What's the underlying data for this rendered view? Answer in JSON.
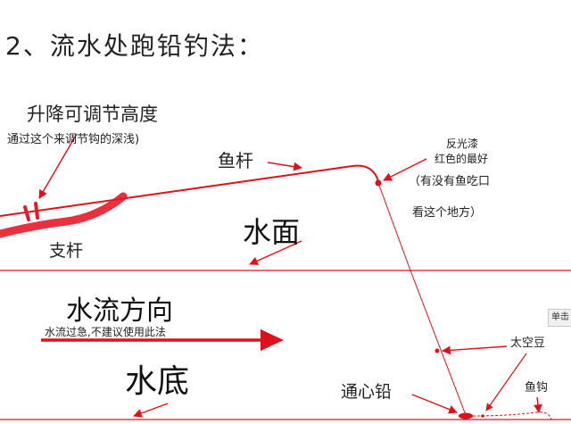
{
  "title": "2、流水处跑铅钓法：",
  "labels": {
    "adjust_height": "升降可调节高度",
    "adjust_note": "通过这个来调节钩的深浅)",
    "rod": "鱼杆",
    "reflective_tape": "反光漆",
    "red_best": "红色的最好",
    "bite_note_1": "（有没有鱼吃口",
    "bite_note_2": "看这个地方）",
    "water_surface": "水面",
    "rod_holder": "支杆",
    "flow_direction": "水流方向",
    "flow_note": "水流过急,不建议使用此法",
    "bottom": "水底",
    "space_bean": "太空豆",
    "sinker": "通心铅",
    "hook": "鱼钩",
    "side_chip": "单击"
  },
  "colors": {
    "line_red": "#e0101a",
    "highlight_red": "#e8182a",
    "text": "#111111"
  }
}
